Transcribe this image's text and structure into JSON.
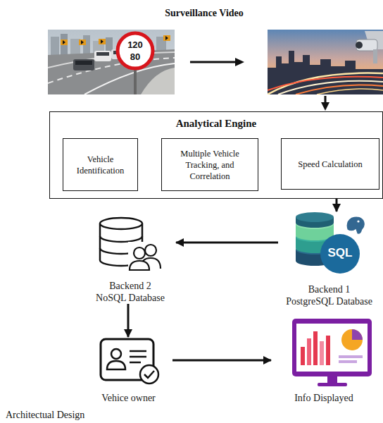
{
  "diagram": {
    "title": "Surveillance Video",
    "caption": "Architectual Design",
    "nodes": [
      {
        "text": [
          "Analytical Engine"
        ]
      },
      {
        "text": [
          "Vehicle Identification"
        ],
        "in": 0
      },
      {
        "text": [
          "Multiple Vehicle Tracking, and Correlation"
        ],
        "in": 0
      },
      {
        "text": [
          "Speed Calculation"
        ],
        "in": 0
      },
      {
        "text": [
          "Backend 2 NoSQL Database"
        ]
      },
      {
        "text": [
          "SQL",
          "Backend 1 PostgreSQL Database"
        ]
      },
      {
        "text": [
          "Vehice owner"
        ]
      },
      {
        "text": [
          "Info Displayed"
        ]
      }
    ],
    "edges": [
      {
        "from": 0,
        "to": 5,
        "arrow": "to"
      },
      {
        "from": 5,
        "to": 4,
        "arrow": "to"
      },
      {
        "from": 4,
        "to": 6,
        "arrow": "to"
      },
      {
        "from": 6,
        "to": 7,
        "arrow": "to"
      }
    ],
    "labels": [
      "120",
      "80"
    ]
  }
}
